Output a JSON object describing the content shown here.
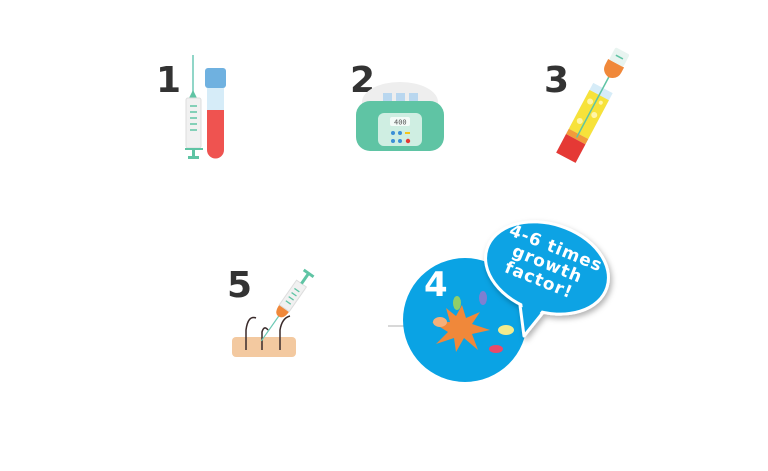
{
  "steps": [
    {
      "number": "1",
      "icon": "syringe-and-blood-tube"
    },
    {
      "number": "2",
      "icon": "centrifuge",
      "display": "400"
    },
    {
      "number": "3",
      "icon": "separated-plasma-tube"
    },
    {
      "number": "4",
      "icon": "platelet-activation"
    },
    {
      "number": "5",
      "icon": "scalp-injection"
    }
  ],
  "callout": {
    "lines": [
      "4-6 times",
      "growth",
      "factor!"
    ]
  },
  "colors": {
    "accent_blue": "#0aa3e4",
    "teal": "#5fc4a4",
    "blood_red": "#ef5350",
    "orange": "#f0883a",
    "number_gray": "#333333"
  }
}
